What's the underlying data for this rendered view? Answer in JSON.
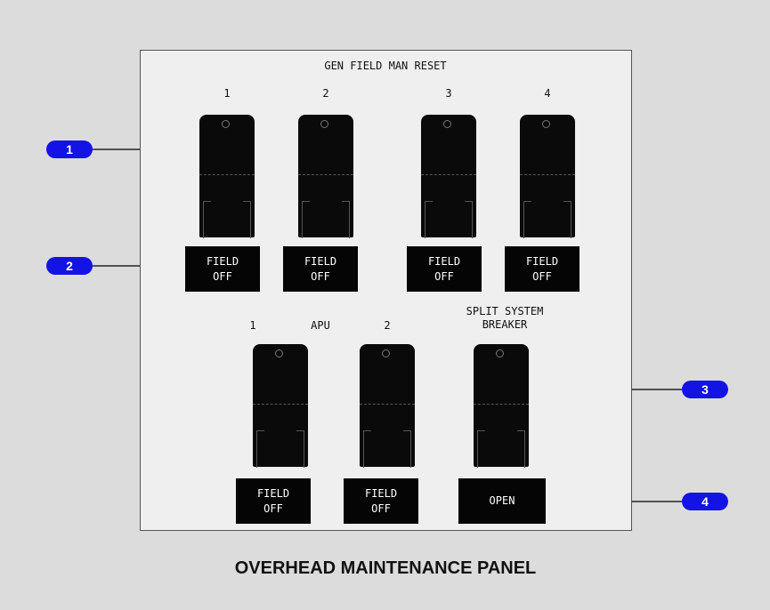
{
  "panel": {
    "title": "GEN FIELD MAN RESET",
    "gen_numbers": [
      "1",
      "2",
      "3",
      "4"
    ],
    "field_label_top": "FIELD",
    "field_label_bottom": "OFF",
    "apu_left": "1",
    "apu_label": "APU",
    "apu_right": "2",
    "split_label_line1": "SPLIT SYSTEM",
    "split_label_line2": "BREAKER",
    "open_label": "OPEN"
  },
  "callouts": [
    "1",
    "2",
    "3",
    "4"
  ],
  "caption": "OVERHEAD MAINTENANCE PANEL",
  "colors": {
    "callout": "#1313e6",
    "panel": "#efefef",
    "background": "#dcdcdc"
  }
}
